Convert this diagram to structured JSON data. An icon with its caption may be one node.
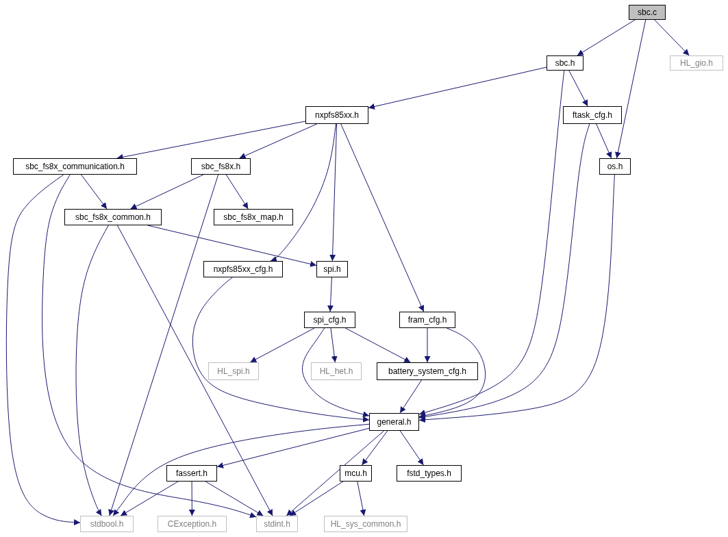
{
  "diagram": {
    "nodes": [
      {
        "text": [
          "sbc.c"
        ]
      },
      {
        "text": [
          "sbc.h"
        ]
      },
      {
        "text": [
          "HL_gio.h"
        ]
      },
      {
        "text": [
          "nxpfs85xx.h"
        ]
      },
      {
        "text": [
          "ftask_cfg.h"
        ]
      },
      {
        "text": [
          "sbc_fs8x_communication.h"
        ]
      },
      {
        "text": [
          "sbc_fs8x.h"
        ]
      },
      {
        "text": [
          "os.h"
        ]
      },
      {
        "text": [
          "sbc_fs8x_common.h"
        ]
      },
      {
        "text": [
          "sbc_fs8x_map.h"
        ]
      },
      {
        "text": [
          "nxpfs85xx_cfg.h"
        ]
      },
      {
        "text": [
          "spi.h"
        ]
      },
      {
        "text": [
          "spi_cfg.h"
        ]
      },
      {
        "text": [
          "fram_cfg.h"
        ]
      },
      {
        "text": [
          "HL_spi.h"
        ]
      },
      {
        "text": [
          "HL_het.h"
        ]
      },
      {
        "text": [
          "battery_system_cfg.h"
        ]
      },
      {
        "text": [
          "general.h"
        ]
      },
      {
        "text": [
          "fassert.h"
        ]
      },
      {
        "text": [
          "mcu.h"
        ]
      },
      {
        "text": [
          "fstd_types.h"
        ]
      },
      {
        "text": [
          "stdbool.h"
        ]
      },
      {
        "text": [
          "CException.h"
        ]
      },
      {
        "text": [
          "stdint.h"
        ]
      },
      {
        "text": [
          "HL_sys_common.h"
        ]
      }
    ],
    "edges": [
      {
        "from": 0,
        "to": 1,
        "arrow": "to"
      },
      {
        "from": 0,
        "to": 2,
        "arrow": "to"
      },
      {
        "from": 0,
        "to": 7,
        "arrow": "to"
      },
      {
        "from": 1,
        "to": 3,
        "arrow": "to"
      },
      {
        "from": 1,
        "to": 4,
        "arrow": "to"
      },
      {
        "from": 1,
        "to": 17,
        "arrow": "to"
      },
      {
        "from": 4,
        "to": 7,
        "arrow": "to"
      },
      {
        "from": 4,
        "to": 17,
        "arrow": "to"
      },
      {
        "from": 7,
        "to": 17,
        "arrow": "to"
      },
      {
        "from": 3,
        "to": 5,
        "arrow": "to"
      },
      {
        "from": 3,
        "to": 6,
        "arrow": "to"
      },
      {
        "from": 3,
        "to": 10,
        "arrow": "to"
      },
      {
        "from": 3,
        "to": 11,
        "arrow": "to"
      },
      {
        "from": 3,
        "to": 13,
        "arrow": "to"
      },
      {
        "from": 5,
        "to": 8,
        "arrow": "to"
      },
      {
        "from": 5,
        "to": 21,
        "arrow": "to"
      },
      {
        "from": 5,
        "to": 23,
        "arrow": "to"
      },
      {
        "from": 6,
        "to": 8,
        "arrow": "to"
      },
      {
        "from": 6,
        "to": 9,
        "arrow": "to"
      },
      {
        "from": 6,
        "to": 21,
        "arrow": "to"
      },
      {
        "from": 8,
        "to": 11,
        "arrow": "to"
      },
      {
        "from": 8,
        "to": 21,
        "arrow": "to"
      },
      {
        "from": 8,
        "to": 23,
        "arrow": "to"
      },
      {
        "from": 10,
        "to": 17,
        "arrow": "to"
      },
      {
        "from": 11,
        "to": 12,
        "arrow": "to"
      },
      {
        "from": 12,
        "to": 14,
        "arrow": "to"
      },
      {
        "from": 12,
        "to": 15,
        "arrow": "to"
      },
      {
        "from": 12,
        "to": 16,
        "arrow": "to"
      },
      {
        "from": 12,
        "to": 17,
        "arrow": "to"
      },
      {
        "from": 13,
        "to": 16,
        "arrow": "to"
      },
      {
        "from": 13,
        "to": 17,
        "arrow": "to"
      },
      {
        "from": 16,
        "to": 17,
        "arrow": "to"
      },
      {
        "from": 17,
        "to": 21,
        "arrow": "to"
      },
      {
        "from": 17,
        "to": 18,
        "arrow": "to"
      },
      {
        "from": 17,
        "to": 23,
        "arrow": "to"
      },
      {
        "from": 17,
        "to": 19,
        "arrow": "to"
      },
      {
        "from": 17,
        "to": 20,
        "arrow": "to"
      },
      {
        "from": 18,
        "to": 21,
        "arrow": "to"
      },
      {
        "from": 18,
        "to": 22,
        "arrow": "to"
      },
      {
        "from": 18,
        "to": 23,
        "arrow": "to"
      },
      {
        "from": 19,
        "to": 23,
        "arrow": "to"
      },
      {
        "from": 19,
        "to": 24,
        "arrow": "to"
      }
    ]
  }
}
